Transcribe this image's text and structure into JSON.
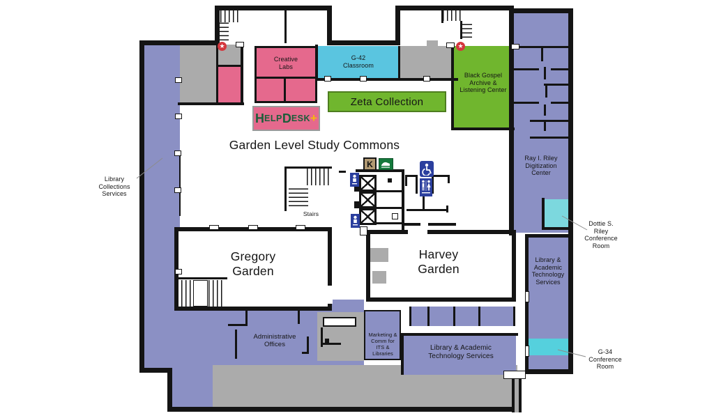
{
  "title": "Garden Level Study Commons",
  "rooms": {
    "creative_labs": {
      "label": "Creative\nLabs",
      "color": "#e5698d"
    },
    "g42_classroom": {
      "label": "G-42\nClassroom",
      "color": "#5ac5e0"
    },
    "zeta_collection": {
      "label": "Zeta Collection",
      "color": "#70b62e"
    },
    "black_gospel": {
      "label": "Black Gospel\nArchive &\nListening Center",
      "color": "#70b62e"
    },
    "ray_riley": {
      "label": "Ray I. Riley\nDigitization\nCenter",
      "color": "#8b90c4"
    },
    "dottie_riley": {
      "label": "Dottie S.\nRiley\nConference\nRoom",
      "color": "#7cd8de"
    },
    "lats_right": {
      "label": "Library &\nAcademic\nTechnology\nServices",
      "color": "#8b90c4"
    },
    "g34": {
      "label": "G-34\nConference\nRoom",
      "color": "#55d0dd"
    },
    "gregory_garden": {
      "label": "Gregory\nGarden",
      "color": "#ffffff"
    },
    "harvey_garden": {
      "label": "Harvey\nGarden",
      "color": "#ffffff"
    },
    "admin_offices": {
      "label": "Administrative\nOffices",
      "color": "#8b90c4"
    },
    "marketing_comm": {
      "label": "Marketing &\nComm for\nITS &\nLibraries",
      "color": "#8b90c4"
    },
    "lats_bottom": {
      "label": "Library & Academic\nTechnology Services",
      "color": "#8b90c4"
    },
    "library_collections": {
      "label": "Library\nCollections\nServices",
      "color": "#8b90c4"
    },
    "stairs": {
      "label": "Stairs"
    }
  },
  "helpdesk": {
    "p1": "H",
    "p2": "ELP",
    "p3": "D",
    "p4": "ESK",
    "plus": "+"
  },
  "signs": {
    "kiosk": "K",
    "emergency_star": "★"
  },
  "colors": {
    "purple": "#8b90c4",
    "gray": "#ababab",
    "pink": "#e5698d",
    "cyan": "#5ac5e0",
    "green": "#70b62e",
    "green-border": "#4e7d1f",
    "teal": "#7cd8de",
    "teal-bright": "#55d0dd",
    "wall": "#141414",
    "sign-blue": "#2b3f9e",
    "sign-tan": "#b29a73",
    "sign-green": "#15793c",
    "star-red": "#d4373e",
    "hd-green": "#1b5e3a",
    "hd-plus": "#f6b90d",
    "leader": "#8c8c8c"
  }
}
